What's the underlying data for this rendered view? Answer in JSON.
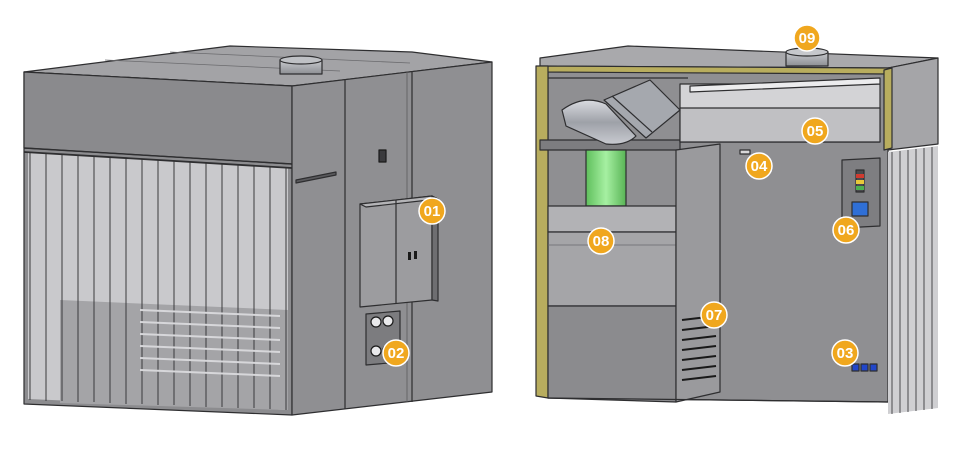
{
  "colors": {
    "callout": "#f0a71e",
    "callout_text": "#ffffff",
    "panel_fill": "#8e8e90",
    "panel_light": "#a8a8aa",
    "edge": "#2e2e30",
    "insulation": "#b8ad5e",
    "duct_green": "#7ed67a",
    "duct_silver": "#b9bcc2"
  },
  "callouts": [
    {
      "id": "c01",
      "label": "01"
    },
    {
      "id": "c02",
      "label": "02"
    },
    {
      "id": "c03",
      "label": "03"
    },
    {
      "id": "c04",
      "label": "04"
    },
    {
      "id": "c05",
      "label": "05"
    },
    {
      "id": "c06",
      "label": "06"
    },
    {
      "id": "c07",
      "label": "07"
    },
    {
      "id": "c08",
      "label": "08"
    },
    {
      "id": "c09",
      "label": "09"
    }
  ]
}
